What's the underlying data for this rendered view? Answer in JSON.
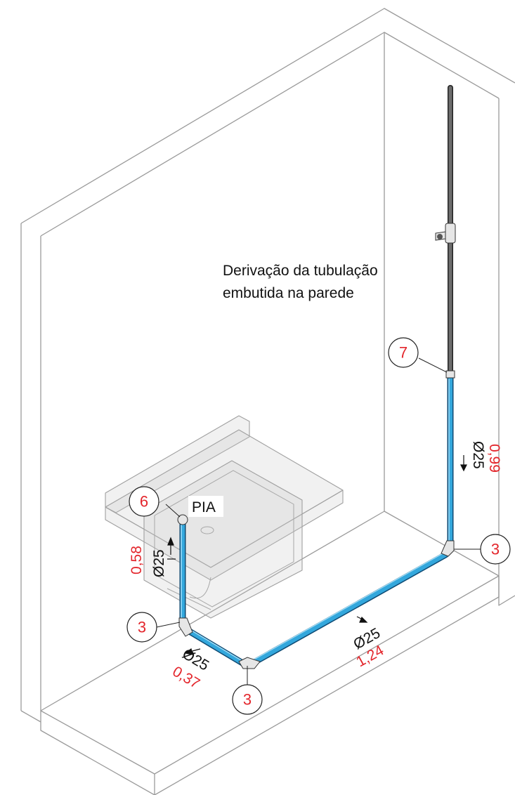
{
  "annotation": {
    "line1": "Derivação da tubulação",
    "line2": "embutida na parede"
  },
  "fixture_label": "PIA",
  "callouts": {
    "top_riser": "7",
    "sink_point": "6",
    "elbow_right": "3",
    "elbow_left": "3",
    "elbow_bottom": "3"
  },
  "dimensions": {
    "vertical_main": {
      "diameter": "Ø25",
      "length": "0,99"
    },
    "horizontal_long": {
      "diameter": "Ø25",
      "length": "1,24"
    },
    "horizontal_short": {
      "diameter": "Ø25",
      "length": "0,37"
    },
    "riser_sink": {
      "diameter": "Ø25",
      "length": "0,58"
    }
  },
  "colors": {
    "pipe_blue": "#33a7dc",
    "pipe_dark": "#6d6d6d",
    "callout_red": "#e3262c",
    "wall_lines": "#9a9a9a"
  }
}
